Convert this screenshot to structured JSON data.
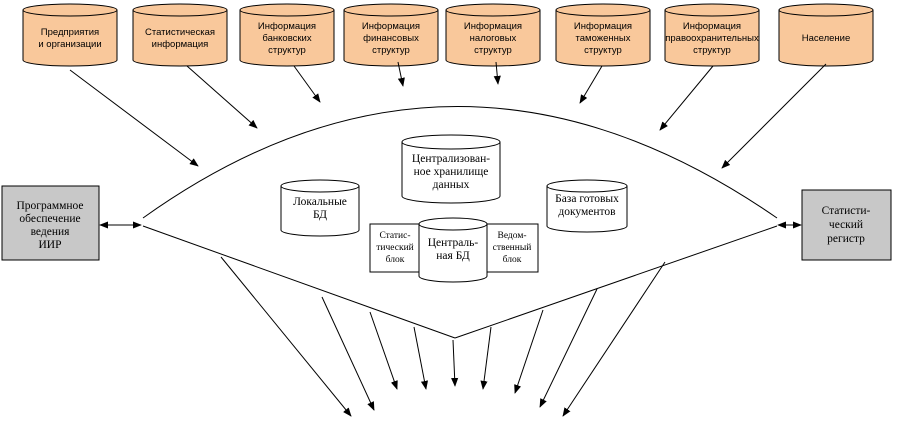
{
  "colors": {
    "source_fill": "#f9c89b",
    "side_box_fill": "#c8c8c8",
    "stroke": "#000000",
    "background": "#ffffff"
  },
  "sources": [
    {
      "id": "s1",
      "lines": [
        "Предприятия",
        "и организации"
      ]
    },
    {
      "id": "s2",
      "lines": [
        "Статистическая",
        "информация"
      ]
    },
    {
      "id": "s3",
      "lines": [
        "Информация",
        "банковских",
        "структур"
      ]
    },
    {
      "id": "s4",
      "lines": [
        "Информация",
        "финансовых",
        "структур"
      ]
    },
    {
      "id": "s5",
      "lines": [
        "Информация",
        "налоговых",
        "структур"
      ]
    },
    {
      "id": "s6",
      "lines": [
        "Информация",
        "таможенных",
        "структур"
      ]
    },
    {
      "id": "s7",
      "lines": [
        "Информация",
        "правоохранительных",
        "структур"
      ]
    },
    {
      "id": "s8",
      "lines": [
        "Население"
      ]
    }
  ],
  "side_boxes": {
    "left": {
      "lines": [
        "Программное",
        "обеспечение",
        "ведения",
        "ИИР"
      ]
    },
    "right": {
      "lines": [
        "Статисти-",
        "ческий",
        "регистр"
      ]
    }
  },
  "databases": {
    "central_store": {
      "lines": [
        "Централизован-",
        "ное хранилище",
        "данных"
      ]
    },
    "local_db": {
      "lines": [
        "Локальные",
        "БД"
      ]
    },
    "ready_docs": {
      "lines": [
        "База готовых",
        "документов"
      ]
    },
    "central_db": {
      "lines": [
        "Централь-",
        "ная БД"
      ]
    }
  },
  "blocks": {
    "stat_block": {
      "lines": [
        "Статис-",
        "тический",
        "блок"
      ]
    },
    "dept_block": {
      "lines": [
        "Ведом-",
        "ственный",
        "блок"
      ]
    }
  }
}
